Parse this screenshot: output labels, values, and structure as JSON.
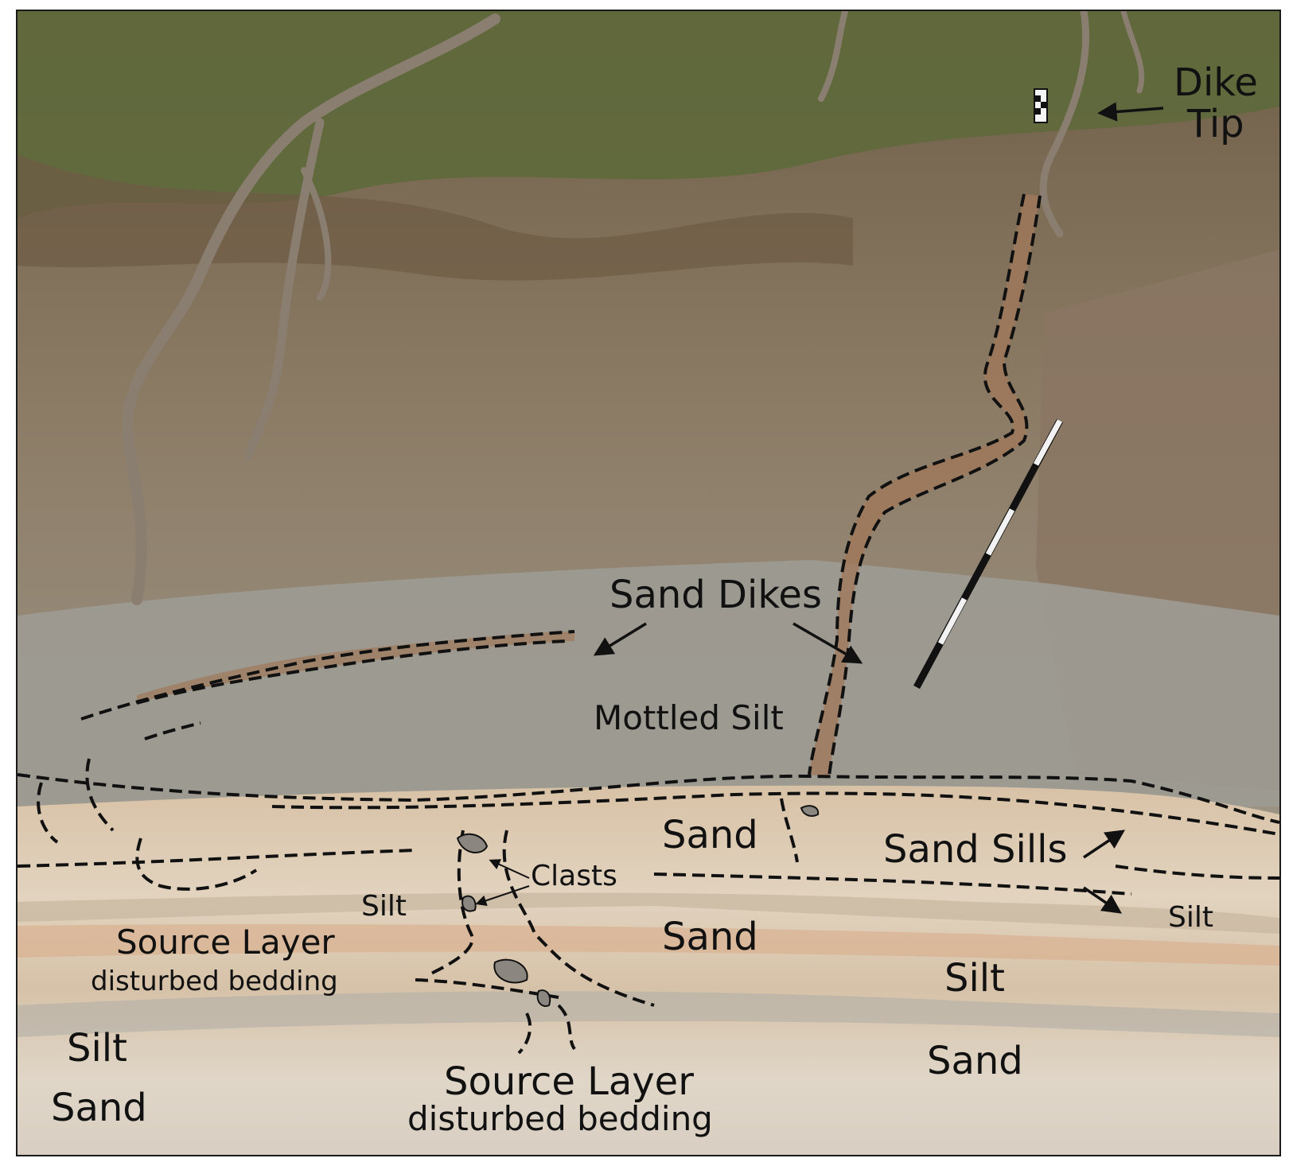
{
  "figure": {
    "labels": {
      "dike_tip_line1": "Dike",
      "dike_tip_line2": "Tip",
      "sand_dikes": "Sand Dikes",
      "mottled_silt": "Mottled Silt",
      "sand_upper": "Sand",
      "sand_sills": "Sand Sills",
      "clasts": "Clasts",
      "silt_left": "Silt",
      "silt_right_small": "Silt",
      "sand_middle": "Sand",
      "silt_right": "Silt",
      "source_layer_left": "Source Layer",
      "source_layer_left_sub": "disturbed bedding",
      "silt_bottom_left": "Silt",
      "sand_bottom_left": "Sand",
      "sand_bottom_right": "Sand",
      "source_layer_bottom": "Source Layer",
      "source_layer_bottom_sub": "disturbed bedding"
    },
    "colors": {
      "vegetation": "#5d6a3a",
      "soil_dark": "#7d6c57",
      "mottled_silt": "#9c9a92",
      "sand_layer": "#d9c8b2",
      "sand_dike_fill": "#a0785a",
      "annotation": "#111111"
    }
  }
}
